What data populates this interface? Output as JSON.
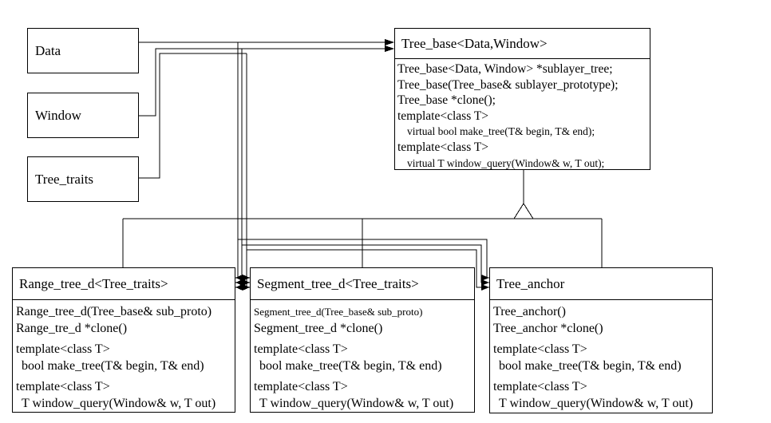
{
  "params": [
    {
      "label": "Data"
    },
    {
      "label": "Window"
    },
    {
      "label": "Tree_traits"
    }
  ],
  "tree_base": {
    "title": "Tree_base<Data,Window>",
    "members": [
      "Tree_base<Data, Window> *sublayer_tree;",
      "Tree_base(Tree_base& sublayer_prototype);",
      "Tree_base *clone();",
      "template<class T>",
      "virtual bool make_tree(T& begin, T& end);",
      "template<class T>",
      "virtual T window_query(Window& w, T out);"
    ]
  },
  "range_tree": {
    "title": "Range_tree_d<Tree_traits>",
    "members": [
      "Range_tree_d(Tree_base& sub_proto)",
      "Range_tre_d *clone()",
      "template<class T>",
      "bool make_tree(T& begin, T& end)",
      "template<class T>",
      "T window_query(Window& w, T out)"
    ]
  },
  "segment_tree": {
    "title": "Segment_tree_d<Tree_traits>",
    "members": [
      "Segment_tree_d(Tree_base& sub_proto)",
      "Segment_tree_d *clone()",
      "template<class T>",
      "bool make_tree(T& begin, T& end)",
      "template<class T>",
      "T window_query(Window& w, T out)"
    ]
  },
  "tree_anchor": {
    "title": "Tree_anchor",
    "members": [
      "Tree_anchor()",
      "Tree_anchor *clone()",
      "template<class T>",
      "bool make_tree(T& begin, T& end)",
      "template<class T>",
      "T window_query(Window& w, T out)"
    ]
  },
  "colors": {
    "line": "#000000",
    "background": "#ffffff"
  }
}
